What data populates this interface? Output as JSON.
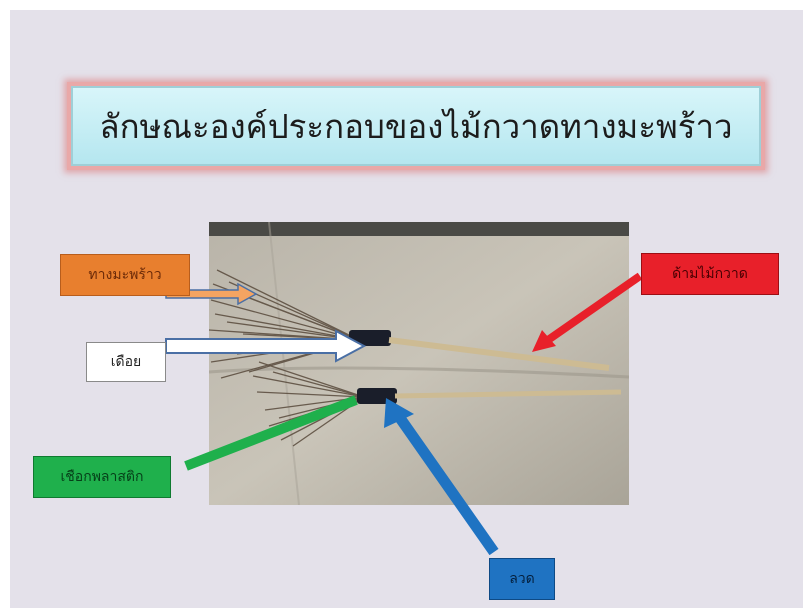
{
  "slide": {
    "title": "ลักษณะองค์ประกอบของไม้กวาดทางมะพร้าว",
    "background": "#e4e1ea"
  },
  "labels": {
    "frond": {
      "text": "ทางมะพร้าว",
      "color": "#e87f2e"
    },
    "stem": {
      "text": "เดือย",
      "color": "#ffffff"
    },
    "plastic_cord": {
      "text": "เชือกพลาสติก",
      "color": "#1fb04c"
    },
    "handle": {
      "text": "ด้ามไม้กวาด",
      "color": "#e8202a"
    },
    "wire": {
      "text": "ลวด",
      "color": "#1f73c2"
    }
  },
  "photo": {
    "icon": "broom-photo"
  }
}
